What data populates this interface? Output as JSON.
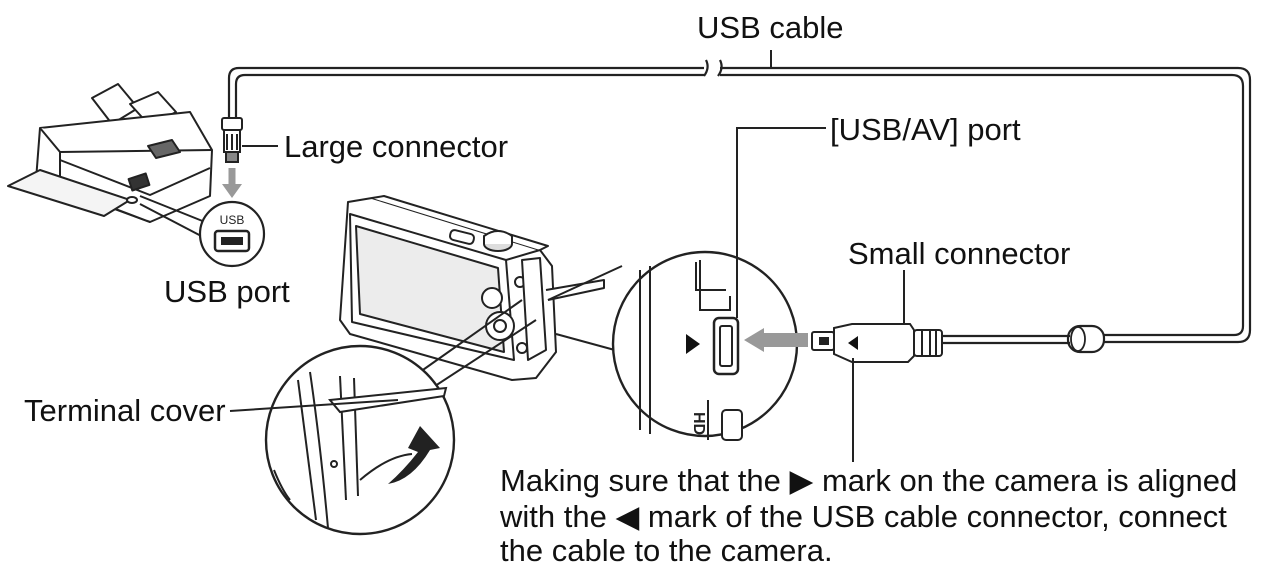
{
  "labels": {
    "usb_cable": "USB cable",
    "large_connector": "Large connector",
    "usb_av_port": "[USB/AV] port",
    "usb_port": "USB port",
    "small_connector": "Small connector",
    "terminal_cover": "Terminal cover",
    "printer_port_text": "USB",
    "hdmi_text": "HD"
  },
  "instruction": {
    "line1": "Making sure that the ▶ mark on the camera is aligned",
    "line2": "with the ◀ mark of the USB cable connector, connect",
    "line3": "the cable to the camera."
  }
}
